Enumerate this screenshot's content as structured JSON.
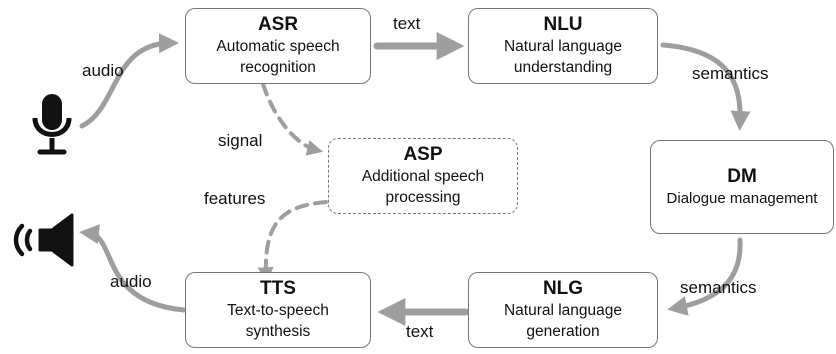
{
  "nodes": {
    "asr": {
      "abbr": "ASR",
      "line1": "Automatic speech",
      "line2": "recognition"
    },
    "nlu": {
      "abbr": "NLU",
      "line1": "Natural language",
      "line2": "understanding"
    },
    "asp": {
      "abbr": "ASP",
      "line1": "Additional speech",
      "line2": "processing"
    },
    "dm": {
      "abbr": "DM",
      "line1": "Dialogue management",
      "line2": ""
    },
    "tts": {
      "abbr": "TTS",
      "line1": "Text-to-speech",
      "line2": "synthesis"
    },
    "nlg": {
      "abbr": "NLG",
      "line1": "Natural language",
      "line2": "generation"
    }
  },
  "edges": {
    "mic_to_asr": "audio",
    "asr_to_nlu": "text",
    "nlu_to_dm": "semantics",
    "dm_to_nlg": "semantics",
    "nlg_to_tts": "text",
    "tts_to_speaker": "audio",
    "asr_to_asp": "signal",
    "asp_to_tts": "features"
  },
  "icons": {
    "input": "microphone-icon",
    "output": "speaker-icon"
  },
  "colors": {
    "arrow": "#9e9e9e",
    "border": "#777777",
    "text": "#111111"
  }
}
